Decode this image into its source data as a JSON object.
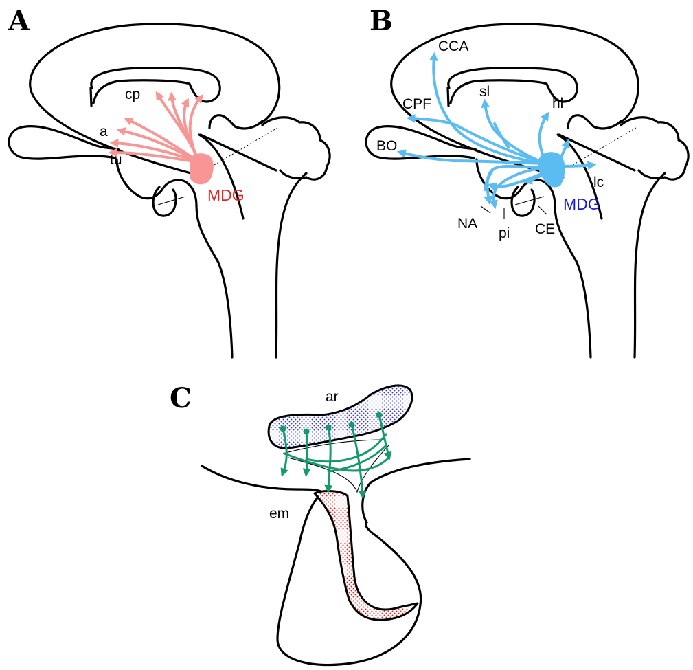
{
  "panels": {
    "a": {
      "letter": "A",
      "labels": {
        "cp": "cp",
        "a": "a",
        "tu": "tu",
        "mdg": "MDG"
      },
      "color_projection": "#f79694",
      "color_mdg_label": "#e8231f"
    },
    "b": {
      "letter": "B",
      "labels": {
        "cca": "CCA",
        "cpf": "CPF",
        "sl": "sl",
        "hl": "hl",
        "bo": "BO",
        "lc": "lc",
        "na": "NA",
        "pi": "pi",
        "ce": "CE",
        "mdg": "MDG"
      },
      "color_projection": "#5bbcf2",
      "color_mdg_label": "#1a1ad6"
    },
    "c": {
      "letter": "C",
      "labels": {
        "ar": "ar",
        "em": "em"
      },
      "color_fibers": "#159a6c",
      "color_ar_dots": "#3a3ad8",
      "color_em_dots": "#e8231f"
    }
  }
}
